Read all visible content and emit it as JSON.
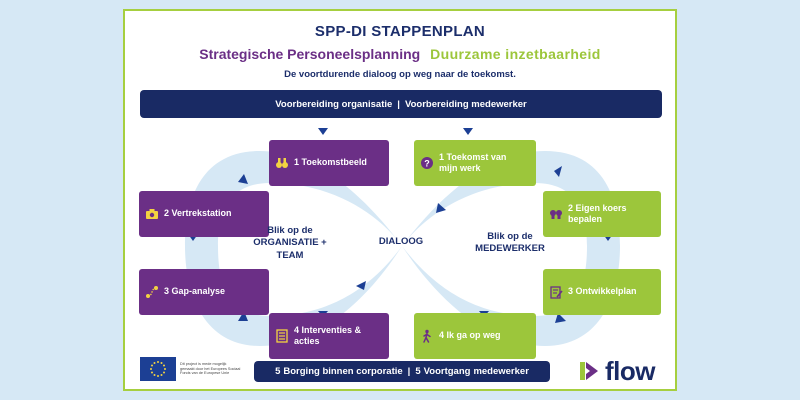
{
  "header": {
    "title": "SPP-DI STAPPENPLAN",
    "subtitle_left": "Strategische Personeelsplanning",
    "subtitle_right": "Duurzame inzetbaarheid",
    "tagline": "De voortdurende dialoog op weg naar de toekomst."
  },
  "top_bar": {
    "left": "Voorbereiding organisatie",
    "separator": "|",
    "right": "Voorbereiding medewerker"
  },
  "organisation_steps": [
    {
      "label": "1 Toekomstbeeld",
      "icon": "binoculars-icon"
    },
    {
      "label": "2 Vertrekstation",
      "icon": "camera-icon"
    },
    {
      "label": "3 Gap-analyse",
      "icon": "route-icon"
    },
    {
      "label": "4 Interventies & acties",
      "icon": "checklist-icon"
    }
  ],
  "employee_steps": [
    {
      "label": "1 Toekomst van mijn werk",
      "icon": "question-icon"
    },
    {
      "label": "2 Eigen koers bepalen",
      "icon": "speech-heads-icon"
    },
    {
      "label": "3 Ontwikkelplan",
      "icon": "plan-edit-icon"
    },
    {
      "label": "4 Ik ga op weg",
      "icon": "hiker-icon"
    }
  ],
  "left_label": "Blik op de ORGANISATIE + TEAM",
  "center_label": "DIALOOG",
  "right_label": "Blik op de MEDEWERKER",
  "bottom_bar": {
    "left_prefix": "5",
    "left_bold": "Borging binnen corporatie",
    "separator": "|",
    "right_prefix": "5",
    "right_bold": "Voortgang",
    "right_suffix": "medewerker"
  },
  "eu_text": "Dit project is mede mogelijk gemaakt door het Europees Sociaal Fonds van de Europese Unie",
  "logo": "flow",
  "colors": {
    "navy": "#192a64",
    "purple": "#6b2f86",
    "green": "#9cc63b",
    "loop": "#d6e8f5",
    "background": "#d6e8f5"
  }
}
